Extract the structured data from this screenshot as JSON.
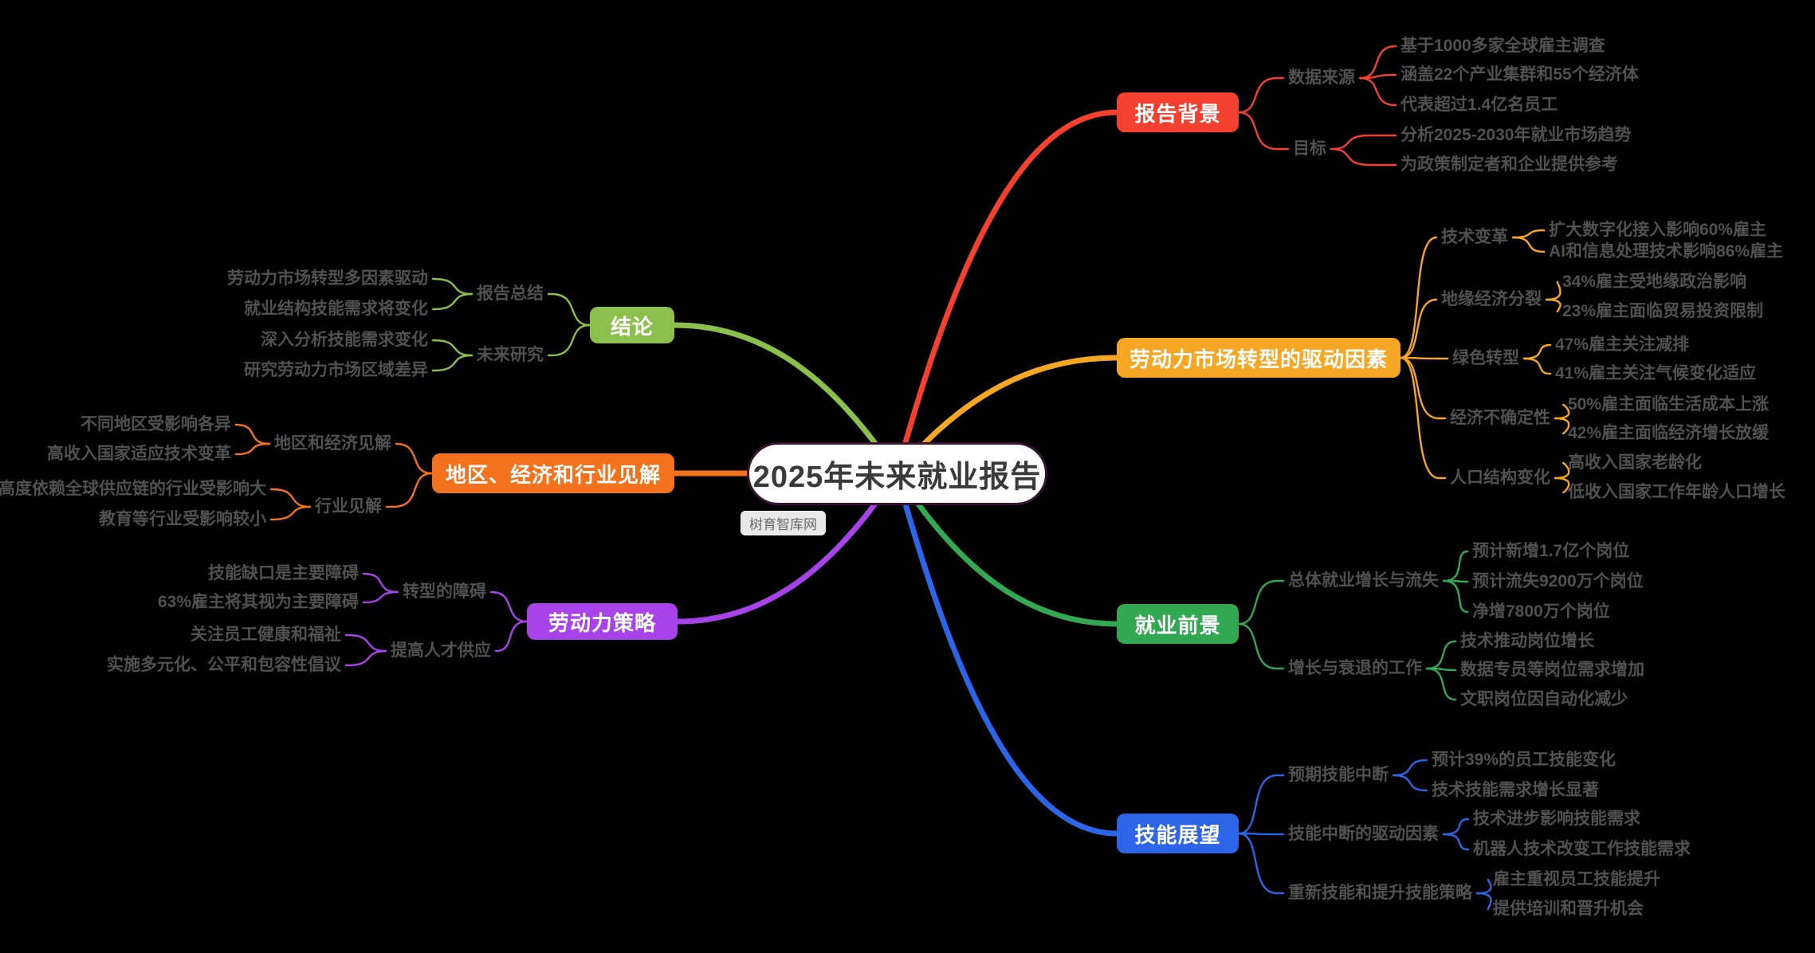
{
  "title": "2025年未来就业报告",
  "watermark": "树育智库网",
  "background": "#000000",
  "center": {
    "bg": "#FFFFFF",
    "border": "#371430",
    "text_color": "#3A3A3A"
  },
  "branches": [
    {
      "label": "报告背景",
      "color": "#F4412F",
      "children": [
        {
          "label": "数据来源",
          "leaves": [
            "基于1000多家全球雇主调查",
            "涵盖22个产业集群和55个经济体",
            "代表超过1.4亿名员工"
          ]
        },
        {
          "label": "目标",
          "leaves": [
            "分析2025-2030年就业市场趋势",
            "为政策制定者和企业提供参考"
          ]
        }
      ]
    },
    {
      "label": "劳动力市场转型的驱动因素",
      "color": "#F5A623",
      "children": [
        {
          "label": "技术变革",
          "leaves": [
            "扩大数字化接入影响60%雇主",
            "AI和信息处理技术影响86%雇主"
          ]
        },
        {
          "label": "地缘经济分裂",
          "leaves": [
            "34%雇主受地缘政治影响",
            "23%雇主面临贸易投资限制"
          ]
        },
        {
          "label": "绿色转型",
          "leaves": [
            "47%雇主关注减排",
            "41%雇主关注气候变化适应"
          ]
        },
        {
          "label": "经济不确定性",
          "leaves": [
            "50%雇主面临生活成本上涨",
            "42%雇主面临经济增长放缓"
          ]
        },
        {
          "label": "人口结构变化",
          "leaves": [
            "高收入国家老龄化",
            "低收入国家工作年龄人口增长"
          ]
        }
      ]
    },
    {
      "label": "就业前景",
      "color": "#33A852",
      "children": [
        {
          "label": "总体就业增长与流失",
          "leaves": [
            "预计新增1.7亿个岗位",
            "预计流失9200万个岗位",
            "净增7800万个岗位"
          ]
        },
        {
          "label": "增长与衰退的工作",
          "leaves": [
            "技术推动岗位增长",
            "数据专员等岗位需求增加",
            "文职岗位因自动化减少"
          ]
        }
      ]
    },
    {
      "label": "技能展望",
      "color": "#2D65E8",
      "children": [
        {
          "label": "预期技能中断",
          "leaves": [
            "预计39%的员工技能变化",
            "技术技能需求增长显著"
          ]
        },
        {
          "label": "技能中断的驱动因素",
          "leaves": [
            "技术进步影响技能需求",
            "机器人技术改变工作技能需求"
          ]
        },
        {
          "label": "重新技能和提升技能策略",
          "leaves": [
            "雇主重视员工技能提升",
            "提供培训和晋升机会"
          ]
        }
      ]
    },
    {
      "label": "结论",
      "color": "#8CC04D",
      "children": [
        {
          "label": "报告总结",
          "leaves": [
            "劳动力市场转型多因素驱动",
            "就业结构技能需求将变化"
          ]
        },
        {
          "label": "未来研究",
          "leaves": [
            "深入分析技能需求变化",
            "研究劳动力市场区域差异"
          ]
        }
      ]
    },
    {
      "label": "地区、经济和行业见解",
      "color": "#F4711D",
      "children": [
        {
          "label": "地区和经济见解",
          "leaves": [
            "不同地区受影响各异",
            "高收入国家适应技术变革"
          ]
        },
        {
          "label": "行业见解",
          "leaves": [
            "高度依赖全球供应链的行业受影响大",
            "教育等行业受影响较小"
          ]
        }
      ]
    },
    {
      "label": "劳动力策略",
      "color": "#A843EA",
      "children": [
        {
          "label": "转型的障碍",
          "leaves": [
            "技能缺口是主要障碍",
            "63%雇主将其视为主要障碍"
          ]
        },
        {
          "label": "提高人才供应",
          "leaves": [
            "关注员工健康和福祉",
            "实施多元化、公平和包容性倡议"
          ]
        }
      ]
    }
  ]
}
